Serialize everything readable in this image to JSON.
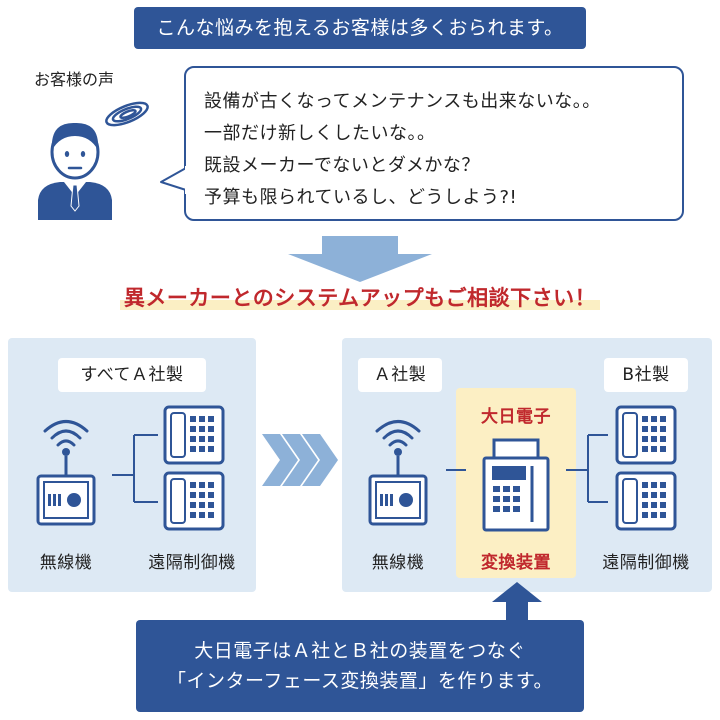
{
  "header": {
    "banner": "こんな悩みを抱えるお客様は多くおられます。"
  },
  "voice": {
    "label": "お客様の声",
    "lines": [
      "設備が古くなってメンテナンスも出来ないな。。",
      "一部だけ新しくしたいな。。",
      "既設メーカーでないとダメかな？",
      "予算も限られているし、どうしよう?!"
    ]
  },
  "tagline": "異メーカーとのシステムアップもご相談下さい！",
  "before": {
    "title": "すべてＡ社製",
    "radio_label": "無線機",
    "remote_label": "遠隔制御機"
  },
  "after": {
    "a_title": "Ａ社製",
    "company": "大日電子",
    "b_title": "B社製",
    "radio_label": "無線機",
    "converter_label": "変換装置",
    "remote_label": "遠隔制御機"
  },
  "footer": {
    "line1": "大日電子はＡ社とＢ社の装置をつなぐ",
    "line2": "「インターフェース変換装置」を作ります。"
  },
  "colors": {
    "navy": "#2f5597",
    "panel": "#dde9f4",
    "accent_red": "#c0282d",
    "highlight": "#fcefc4",
    "arrow": "#8db1d8"
  }
}
